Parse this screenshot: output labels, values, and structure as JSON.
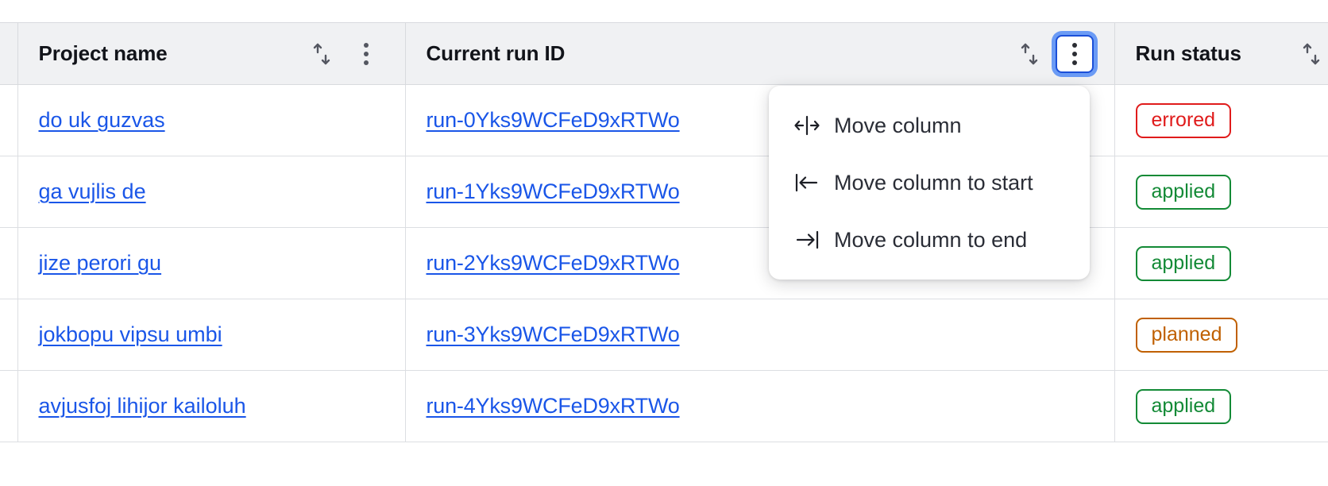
{
  "table": {
    "columns": [
      {
        "id": "select",
        "label": "",
        "sortable": false,
        "menu": false
      },
      {
        "id": "project",
        "label": "Project name",
        "sortable": true,
        "menu": true,
        "sort_icon": "sort-updown-icon",
        "menu_icon": "kebab-menu-icon"
      },
      {
        "id": "run",
        "label": "Current run ID",
        "sortable": true,
        "menu": true,
        "sort_icon": "sort-updown-icon",
        "menu_icon": "kebab-menu-icon",
        "menu_open": true
      },
      {
        "id": "status",
        "label": "Run status",
        "sortable": true,
        "menu": false,
        "sort_icon": "sort-updown-icon"
      }
    ],
    "rows": [
      {
        "project": "do uk guzvas",
        "run_id": "run-0Yks9WCFeD9xRTWo",
        "status": "errored",
        "status_kind": "errored"
      },
      {
        "project": "ga vujlis de",
        "run_id": "run-1Yks9WCFeD9xRTWo",
        "status": "applied",
        "status_kind": "applied"
      },
      {
        "project": "jize perori gu",
        "run_id": "run-2Yks9WCFeD9xRTWo",
        "status": "applied",
        "status_kind": "applied"
      },
      {
        "project": "jokbopu vipsu umbi",
        "run_id": "run-3Yks9WCFeD9xRTWo",
        "status": "planned",
        "status_kind": "planned"
      },
      {
        "project": "avjusfoj lihijor kailoluh",
        "run_id": "run-4Yks9WCFeD9xRTWo",
        "status": "applied",
        "status_kind": "applied"
      }
    ]
  },
  "column_menu": {
    "owner_column": "Current run ID",
    "items": [
      {
        "label": "Move column",
        "icon": "move-column-icon"
      },
      {
        "label": "Move column to start",
        "icon": "move-to-start-icon"
      },
      {
        "label": "Move column to end",
        "icon": "move-to-end-icon"
      }
    ]
  },
  "colors": {
    "link": "#1a56e8",
    "errored": "#e01b1b",
    "applied": "#138a36",
    "planned": "#c06000",
    "focus_ring": "#6b9bf5",
    "header_bg": "#f0f1f3",
    "border": "#dcdee2"
  }
}
